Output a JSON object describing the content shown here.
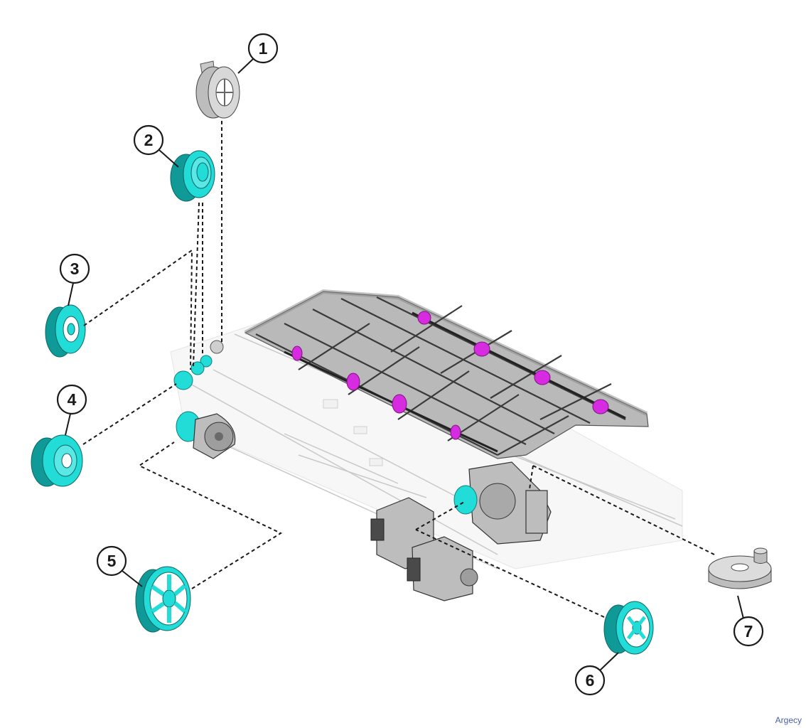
{
  "callouts": [
    {
      "label": "1"
    },
    {
      "label": "2"
    },
    {
      "label": "3"
    },
    {
      "label": "4"
    },
    {
      "label": "5"
    },
    {
      "label": "6"
    },
    {
      "label": "7"
    }
  ],
  "colors": {
    "gear_cyan": "#22dcd8",
    "gear_cyan_dark": "#0f9a98",
    "part_gray": "#c8c8c8",
    "roller_magenta": "#d62be0",
    "callout_stroke": "#1a1a1a"
  },
  "watermark": "Argecy"
}
